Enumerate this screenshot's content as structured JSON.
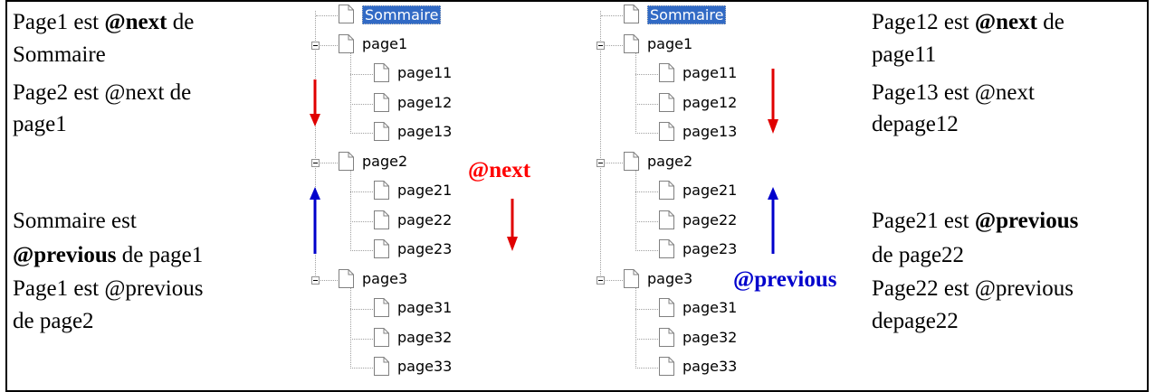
{
  "left_column": {
    "top_line1_pre": "Page1 est ",
    "top_line1_bold": "@next",
    "top_line1_post": " de",
    "top_line2": "Sommaire",
    "top_line3": "Page2 est @next de",
    "top_line4": "page1",
    "bottom_line1": "Sommaire est",
    "bottom_line2_bold": "@previous",
    "bottom_line2_post": " de page1",
    "bottom_line3": "Page1 est @previous",
    "bottom_line4": "de page2"
  },
  "right_column": {
    "top_line1_pre": "Page12 est ",
    "top_line1_bold": "@next",
    "top_line1_post": " de",
    "top_line2": "page11",
    "top_line3": "Page13 est @next",
    "top_line4": "depage12",
    "bottom_line1_pre": "Page21 est ",
    "bottom_line1_bold": "@previous",
    "bottom_line2": "de page22",
    "bottom_line3": "Page22 est @previous",
    "bottom_line4": "depage22"
  },
  "tree": {
    "root": "Sommaire",
    "nodes": [
      "page1",
      "page11",
      "page12",
      "page13",
      "page2",
      "page21",
      "page22",
      "page23",
      "page3",
      "page31",
      "page32",
      "page33"
    ]
  },
  "annotations": {
    "next_label": "@next",
    "previous_label": "@previous",
    "next_color": "#ff0000",
    "previous_color": "#0000cc",
    "arrow_red": "#e00000",
    "arrow_blue": "#0000cc",
    "selection_color": "#316ac5"
  },
  "icons": {
    "document": "document-icon",
    "collapse": "minus-box-icon"
  }
}
